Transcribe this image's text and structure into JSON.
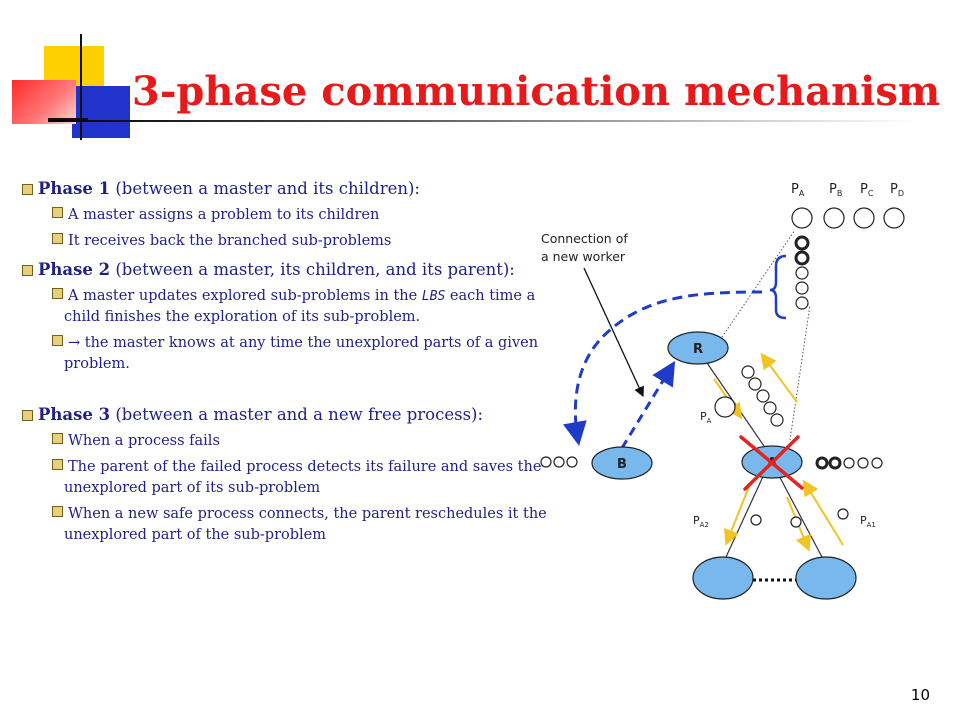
{
  "slide": {
    "title": "3-phase communication mechanism",
    "page_number": "10",
    "colors": {
      "title": "#e61a1a",
      "body": "#1f1f8a",
      "arrow": "#f2c422",
      "dashed": "#1e3cc8",
      "node": "#78b8ec",
      "cross": "#e42323"
    }
  },
  "bullets": [
    {
      "lead": "Phase 1",
      "text": " (between a master and its children):",
      "subs": [
        "A master assigns a problem to its children",
        "It receives back the branched sub-problems"
      ]
    },
    {
      "lead": "Phase 2",
      "text": " (between a master, its children, and its parent):",
      "subs": [
        {
          "pre": "A master updates explored sub-problems in the ",
          "em": "LBS",
          "post": " each time a child finishes the exploration of its sub-problem."
        },
        {
          "arrow": "→",
          "text": " the master knows at any time the unexplored parts of a given problem."
        }
      ]
    },
    {
      "lead": "Phase 3",
      "text": " (between a master and a new free process):",
      "subs": [
        "When a process fails",
        "The parent of the failed process detects its failure and saves the unexplored part of its sub-problem",
        "When a new safe process connects, the parent reschedules it the unexplored part of the sub-problem"
      ]
    }
  ],
  "diagram": {
    "annotation": [
      "Connection of",
      "a new worker"
    ],
    "top_labels": [
      {
        "main": "P",
        "sub": "A"
      },
      {
        "main": "P",
        "sub": "B"
      },
      {
        "main": "P",
        "sub": "C"
      },
      {
        "main": "P",
        "sub": "D"
      }
    ],
    "nodes": {
      "root": "R",
      "master": "A",
      "worker": "B"
    },
    "edge_labels": {
      "pa": {
        "main": "P",
        "sub": "A"
      },
      "pa2": {
        "main": "P",
        "sub": "A2"
      },
      "pa1": {
        "main": "P",
        "sub": "A1"
      }
    }
  }
}
